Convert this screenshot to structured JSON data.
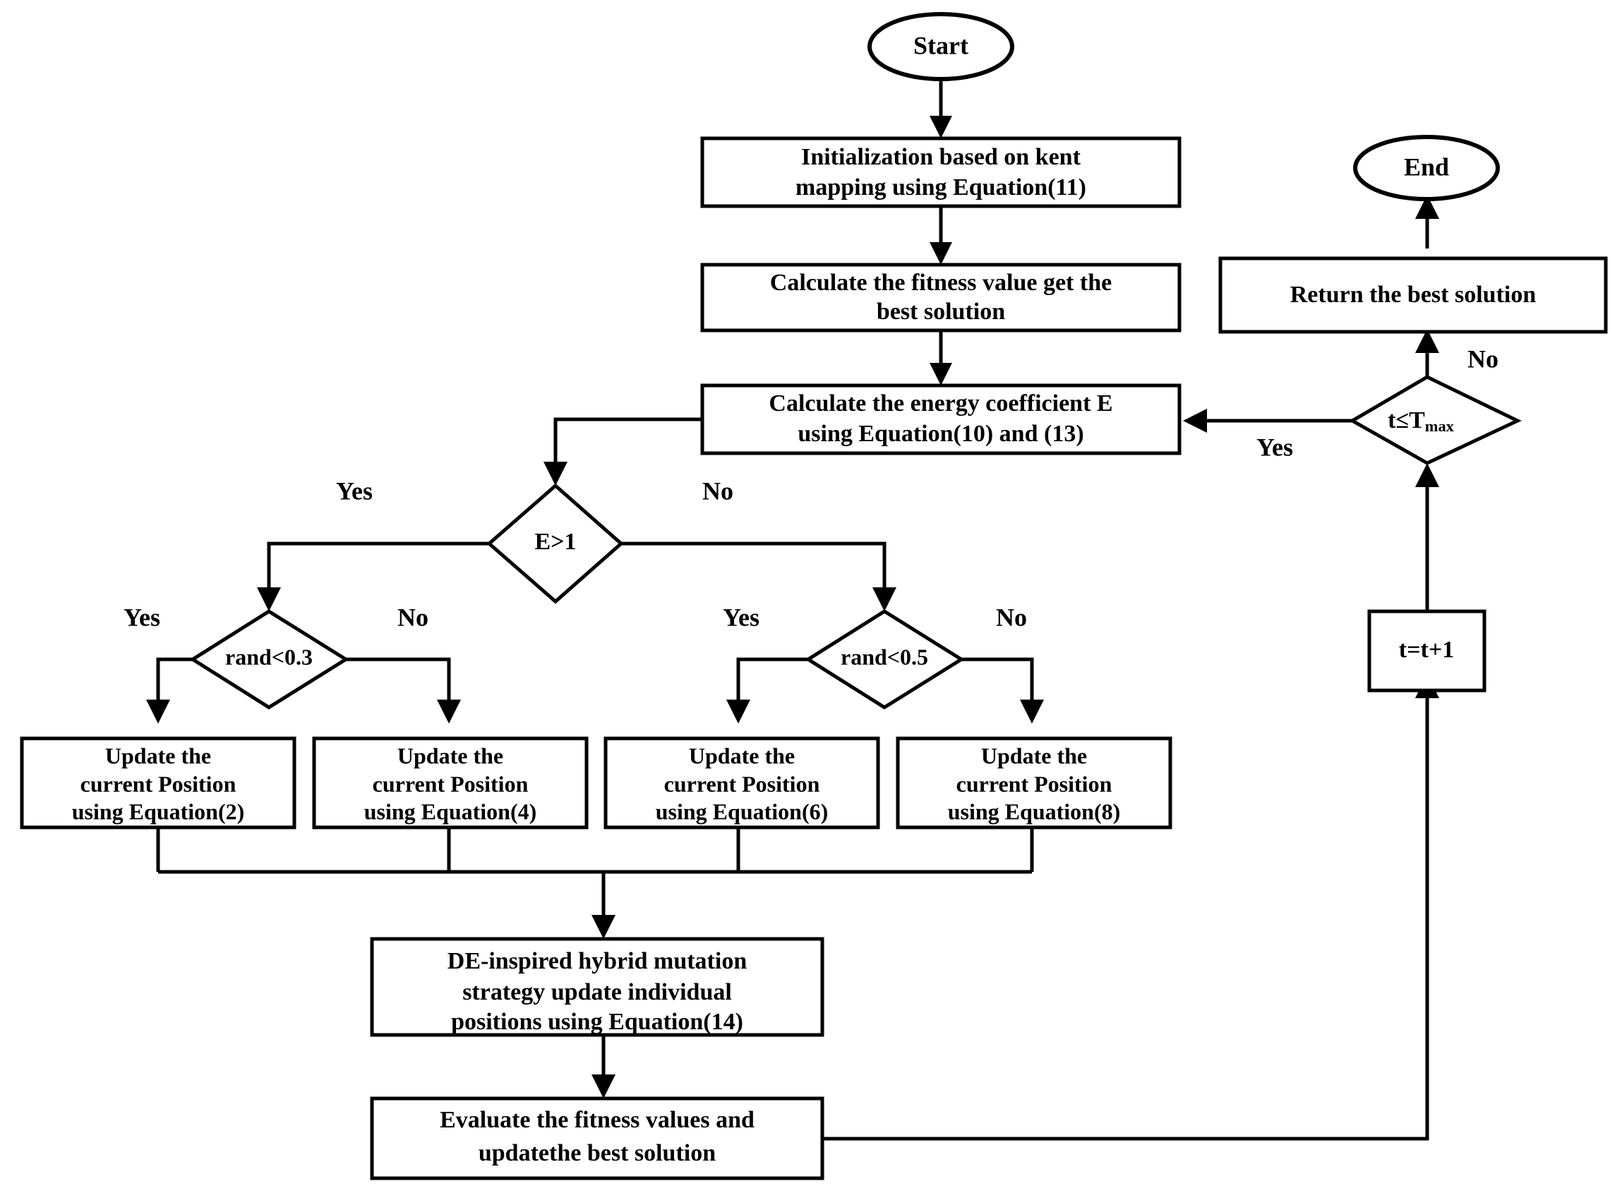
{
  "diagram": {
    "title": "Algorithm flowchart",
    "colors": {
      "stroke": "#000000",
      "fill": "#ffffff",
      "text": "#000000"
    },
    "nodes": {
      "start": {
        "label": "Start",
        "shape": "oval"
      },
      "init": {
        "line1": "Initialization  based on kent",
        "line2": "mapping using Equation(11)",
        "shape": "process"
      },
      "fitness": {
        "line1": "Calculate the fitness value get the",
        "line2": "best solution",
        "shape": "process"
      },
      "energy": {
        "line1": "Calculate the energy coefficient E",
        "line2": "using Equation(10) and (13)",
        "shape": "process"
      },
      "decision_e": {
        "label": "E>1",
        "shape": "decision"
      },
      "decision_rand_left": {
        "label": "rand<0.3",
        "shape": "decision"
      },
      "decision_rand_right": {
        "label": "rand<0.5",
        "shape": "decision"
      },
      "update2": {
        "line1": "Update the",
        "line2": "current Position",
        "line3": "using Equation(2)",
        "shape": "process"
      },
      "update4": {
        "line1": "Update the",
        "line2": "current Position",
        "line3": "using Equation(4)",
        "shape": "process"
      },
      "update6": {
        "line1": "Update the",
        "line2": "current Position",
        "line3": "using Equation(6)",
        "shape": "process"
      },
      "update8": {
        "line1": "Update the",
        "line2": "current Position",
        "line3": "using Equation(8)",
        "shape": "process"
      },
      "mutation": {
        "line1": "DE-inspired hybrid mutation",
        "line2": "strategy update individual",
        "line3": "positions using Equation(14)",
        "shape": "process"
      },
      "evaluate": {
        "line1": "Evaluate the fitness values and",
        "line2": "updatethe best solution",
        "shape": "process"
      },
      "increment": {
        "label": "t=t+1",
        "shape": "process"
      },
      "decision_tmax": {
        "label_base": "t≤T",
        "label_sub": "max",
        "shape": "decision"
      },
      "return_best": {
        "label": "Return the best solution",
        "shape": "process"
      },
      "end": {
        "label": "End",
        "shape": "oval"
      }
    },
    "edge_labels": {
      "e_yes": "Yes",
      "e_no": "No",
      "rand_left_yes": "Yes",
      "rand_left_no": "No",
      "rand_right_yes": "Yes",
      "rand_right_no": "No",
      "tmax_yes": "Yes",
      "tmax_no": "No"
    }
  }
}
